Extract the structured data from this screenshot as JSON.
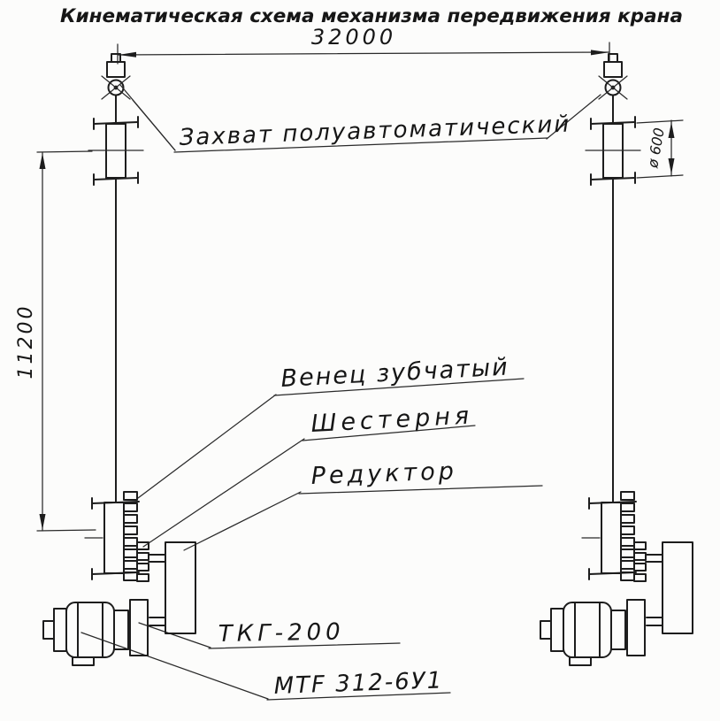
{
  "title": "Кинематическая схема механизма передвижения крана",
  "dimensions": {
    "span": "32000",
    "height": "11200",
    "wheel_diameter": "ø 600"
  },
  "labels": {
    "grab": "Захват полуавтоматический",
    "gear_ring": "Венец зубчатый",
    "pinion": "Шестерня",
    "reducer": "Редуктор",
    "brake": "ТКГ-200",
    "motor": "MTF 312-6У1"
  },
  "colors": {
    "ink": "#1d1d1d",
    "paper": "#fcfcfb"
  }
}
